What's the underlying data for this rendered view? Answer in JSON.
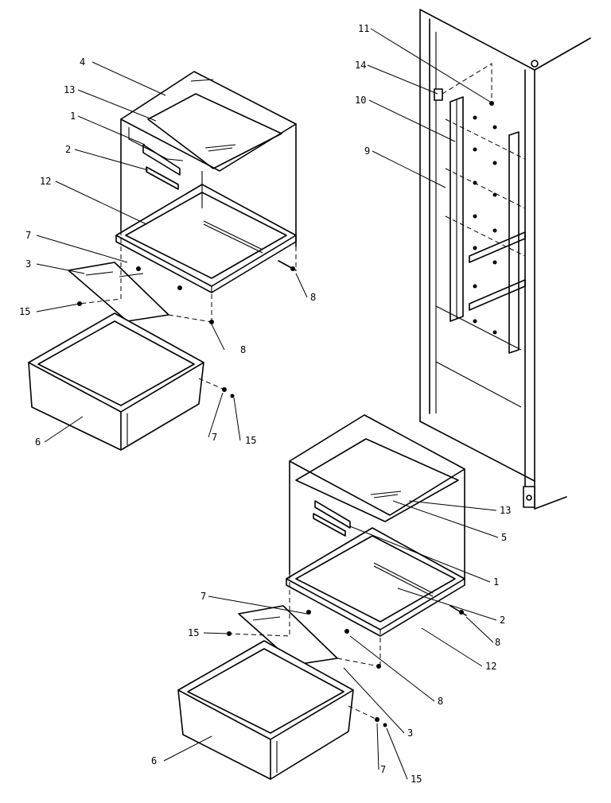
{
  "callouts": {
    "top": {
      "c4": "4",
      "c13": "13",
      "c1": "1",
      "c2": "2",
      "c12": "12",
      "c7a": "7",
      "c3": "3",
      "c15a": "15",
      "c8a": "8",
      "c8b": "8",
      "c6": "6",
      "c7b": "7",
      "c15b": "15"
    },
    "panel": {
      "c11": "11",
      "c14": "14",
      "c10": "10",
      "c9": "9"
    },
    "bottom": {
      "c13": "13",
      "c5": "5",
      "c1": "1",
      "c2": "2",
      "c8a": "8",
      "c12": "12",
      "c7a": "7",
      "c15a": "15",
      "c8b": "8",
      "c3": "3",
      "c6": "6",
      "c7b": "7",
      "c15b": "15"
    }
  }
}
